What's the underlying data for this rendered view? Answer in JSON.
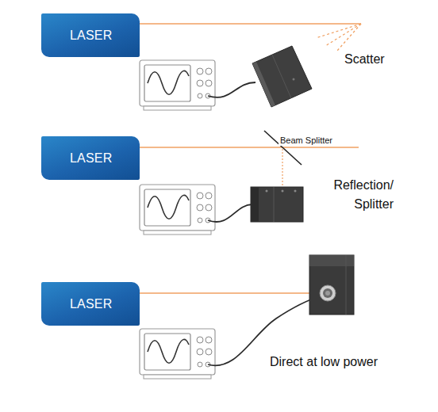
{
  "diagram": {
    "nodes": [
      {
        "text": [
          "LASER"
        ]
      },
      {
        "text": [
          "LASER"
        ]
      },
      {
        "text": [
          "LASER"
        ]
      }
    ],
    "labels": [
      "Scatter",
      "Beam Splitter",
      "Reflection/ Splitter",
      "Direct at low power"
    ]
  }
}
